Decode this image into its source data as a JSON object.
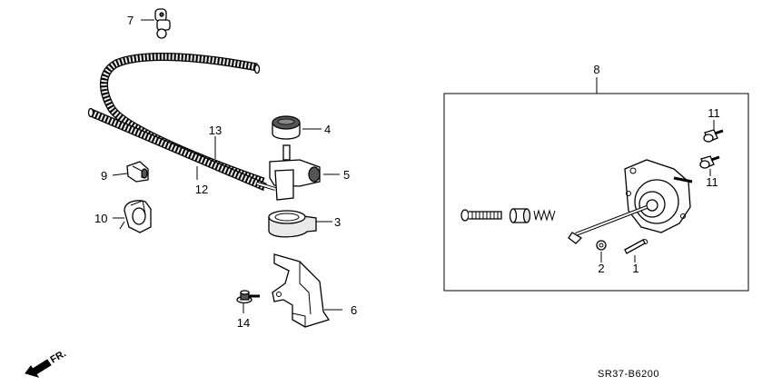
{
  "diagram": {
    "callouts": [
      {
        "id": "c1",
        "label": "1"
      },
      {
        "id": "c2",
        "label": "2"
      },
      {
        "id": "c3",
        "label": "3"
      },
      {
        "id": "c4",
        "label": "4"
      },
      {
        "id": "c5",
        "label": "5"
      },
      {
        "id": "c6",
        "label": "6"
      },
      {
        "id": "c7",
        "label": "7"
      },
      {
        "id": "c8",
        "label": "8"
      },
      {
        "id": "c9",
        "label": "9"
      },
      {
        "id": "c10",
        "label": "10"
      },
      {
        "id": "c11a",
        "label": "11"
      },
      {
        "id": "c11b",
        "label": "11"
      },
      {
        "id": "c12",
        "label": "12"
      },
      {
        "id": "c13",
        "label": "13"
      },
      {
        "id": "c14",
        "label": "14"
      }
    ],
    "diagram_code": "SR37-B6200",
    "direction_label": "FR."
  }
}
